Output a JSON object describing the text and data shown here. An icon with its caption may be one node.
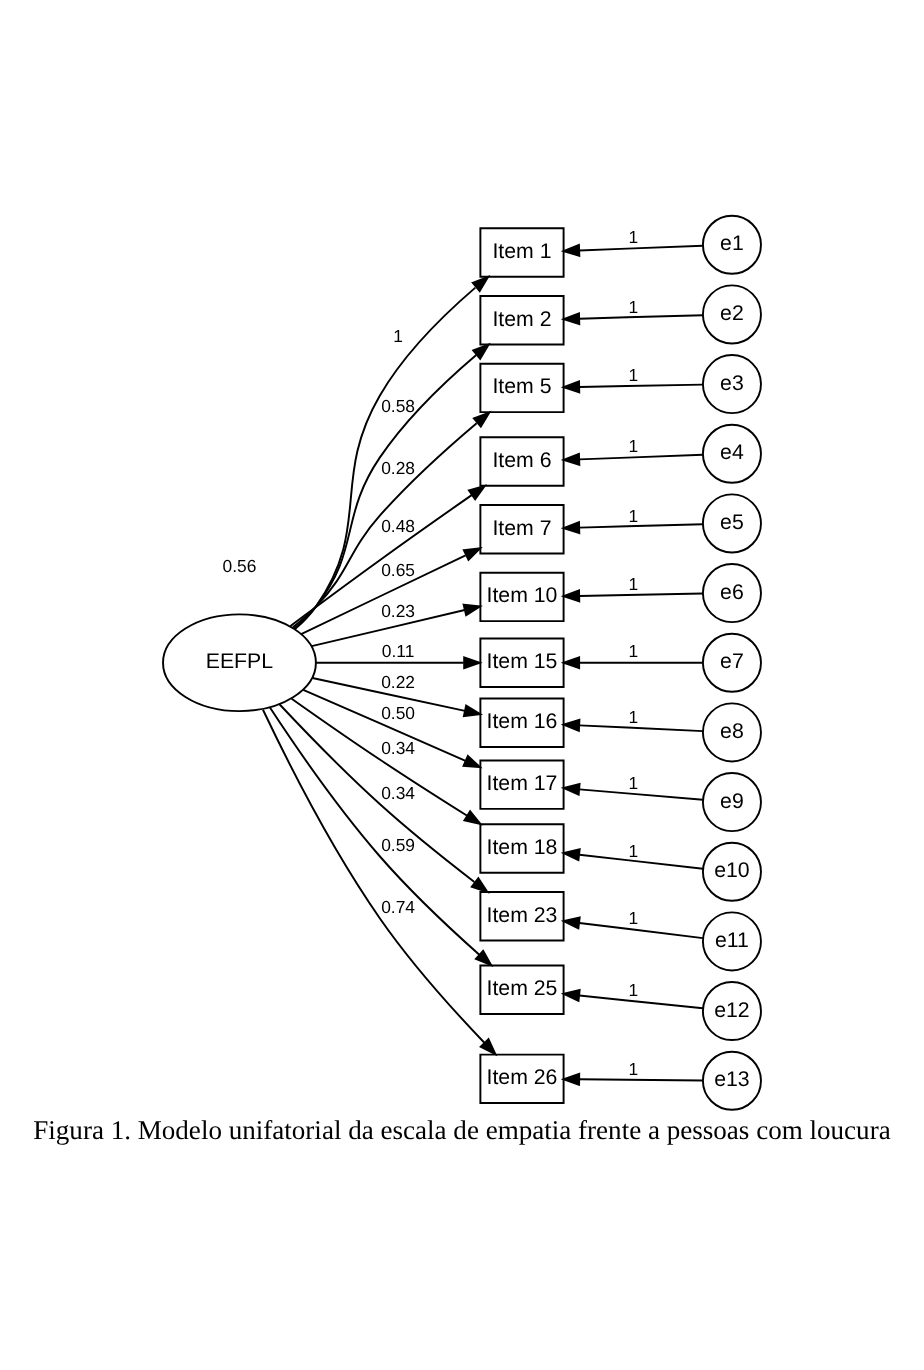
{
  "diagram": {
    "caption": "Figura 1. Modelo unifatorial da escala de empatia frente a pessoas com loucura",
    "nodes": [
      {
        "text": [
          "EEFPL"
        ]
      },
      {
        "text": [
          "Item 1"
        ]
      },
      {
        "text": [
          "Item 2"
        ]
      },
      {
        "text": [
          "Item 5"
        ]
      },
      {
        "text": [
          "Item 6"
        ]
      },
      {
        "text": [
          "Item 7"
        ]
      },
      {
        "text": [
          "Item 10"
        ]
      },
      {
        "text": [
          "Item 15"
        ]
      },
      {
        "text": [
          "Item 16"
        ]
      },
      {
        "text": [
          "Item 17"
        ]
      },
      {
        "text": [
          "Item 18"
        ]
      },
      {
        "text": [
          "Item 23"
        ]
      },
      {
        "text": [
          "Item 25"
        ]
      },
      {
        "text": [
          "Item 26"
        ]
      },
      {
        "text": [
          "e1"
        ]
      },
      {
        "text": [
          "e2"
        ]
      },
      {
        "text": [
          "e3"
        ]
      },
      {
        "text": [
          "e4"
        ]
      },
      {
        "text": [
          "e5"
        ]
      },
      {
        "text": [
          "e6"
        ]
      },
      {
        "text": [
          "e7"
        ]
      },
      {
        "text": [
          "e8"
        ]
      },
      {
        "text": [
          "e9"
        ]
      },
      {
        "text": [
          "e10"
        ]
      },
      {
        "text": [
          "e11"
        ]
      },
      {
        "text": [
          "e12"
        ]
      },
      {
        "text": [
          "e13"
        ]
      }
    ],
    "edges": [
      {
        "from": 0,
        "to": 1,
        "arrow": "to",
        "label": "1"
      },
      {
        "from": 0,
        "to": 2,
        "arrow": "to",
        "label": "0.58"
      },
      {
        "from": 0,
        "to": 3,
        "arrow": "to",
        "label": "0.28"
      },
      {
        "from": 0,
        "to": 4,
        "arrow": "to",
        "label": "0.48"
      },
      {
        "from": 0,
        "to": 5,
        "arrow": "to",
        "label": "0.65"
      },
      {
        "from": 0,
        "to": 6,
        "arrow": "to",
        "label": "0.23"
      },
      {
        "from": 0,
        "to": 7,
        "arrow": "to",
        "label": "0.11"
      },
      {
        "from": 0,
        "to": 8,
        "arrow": "to",
        "label": "0.22"
      },
      {
        "from": 0,
        "to": 9,
        "arrow": "to",
        "label": "0.50"
      },
      {
        "from": 0,
        "to": 10,
        "arrow": "to",
        "label": "0.34"
      },
      {
        "from": 0,
        "to": 11,
        "arrow": "to",
        "label": "0.34"
      },
      {
        "from": 0,
        "to": 12,
        "arrow": "to",
        "label": "0.59"
      },
      {
        "from": 0,
        "to": 13,
        "arrow": "to",
        "label": "0.74"
      },
      {
        "from": 14,
        "to": 1,
        "arrow": "to",
        "label": "1"
      },
      {
        "from": 15,
        "to": 2,
        "arrow": "to",
        "label": "1"
      },
      {
        "from": 16,
        "to": 3,
        "arrow": "to",
        "label": "1"
      },
      {
        "from": 17,
        "to": 4,
        "arrow": "to",
        "label": "1"
      },
      {
        "from": 18,
        "to": 5,
        "arrow": "to",
        "label": "1"
      },
      {
        "from": 19,
        "to": 6,
        "arrow": "to",
        "label": "1"
      },
      {
        "from": 20,
        "to": 7,
        "arrow": "to",
        "label": "1"
      },
      {
        "from": 21,
        "to": 8,
        "arrow": "to",
        "label": "1"
      },
      {
        "from": 22,
        "to": 9,
        "arrow": "to",
        "label": "1"
      },
      {
        "from": 23,
        "to": 10,
        "arrow": "to",
        "label": "1"
      },
      {
        "from": 24,
        "to": 11,
        "arrow": "to",
        "label": "1"
      },
      {
        "from": 25,
        "to": 12,
        "arrow": "to",
        "label": "1"
      },
      {
        "from": 26,
        "to": 13,
        "arrow": "to",
        "label": "1"
      }
    ],
    "labels": [
      "0.56"
    ]
  }
}
